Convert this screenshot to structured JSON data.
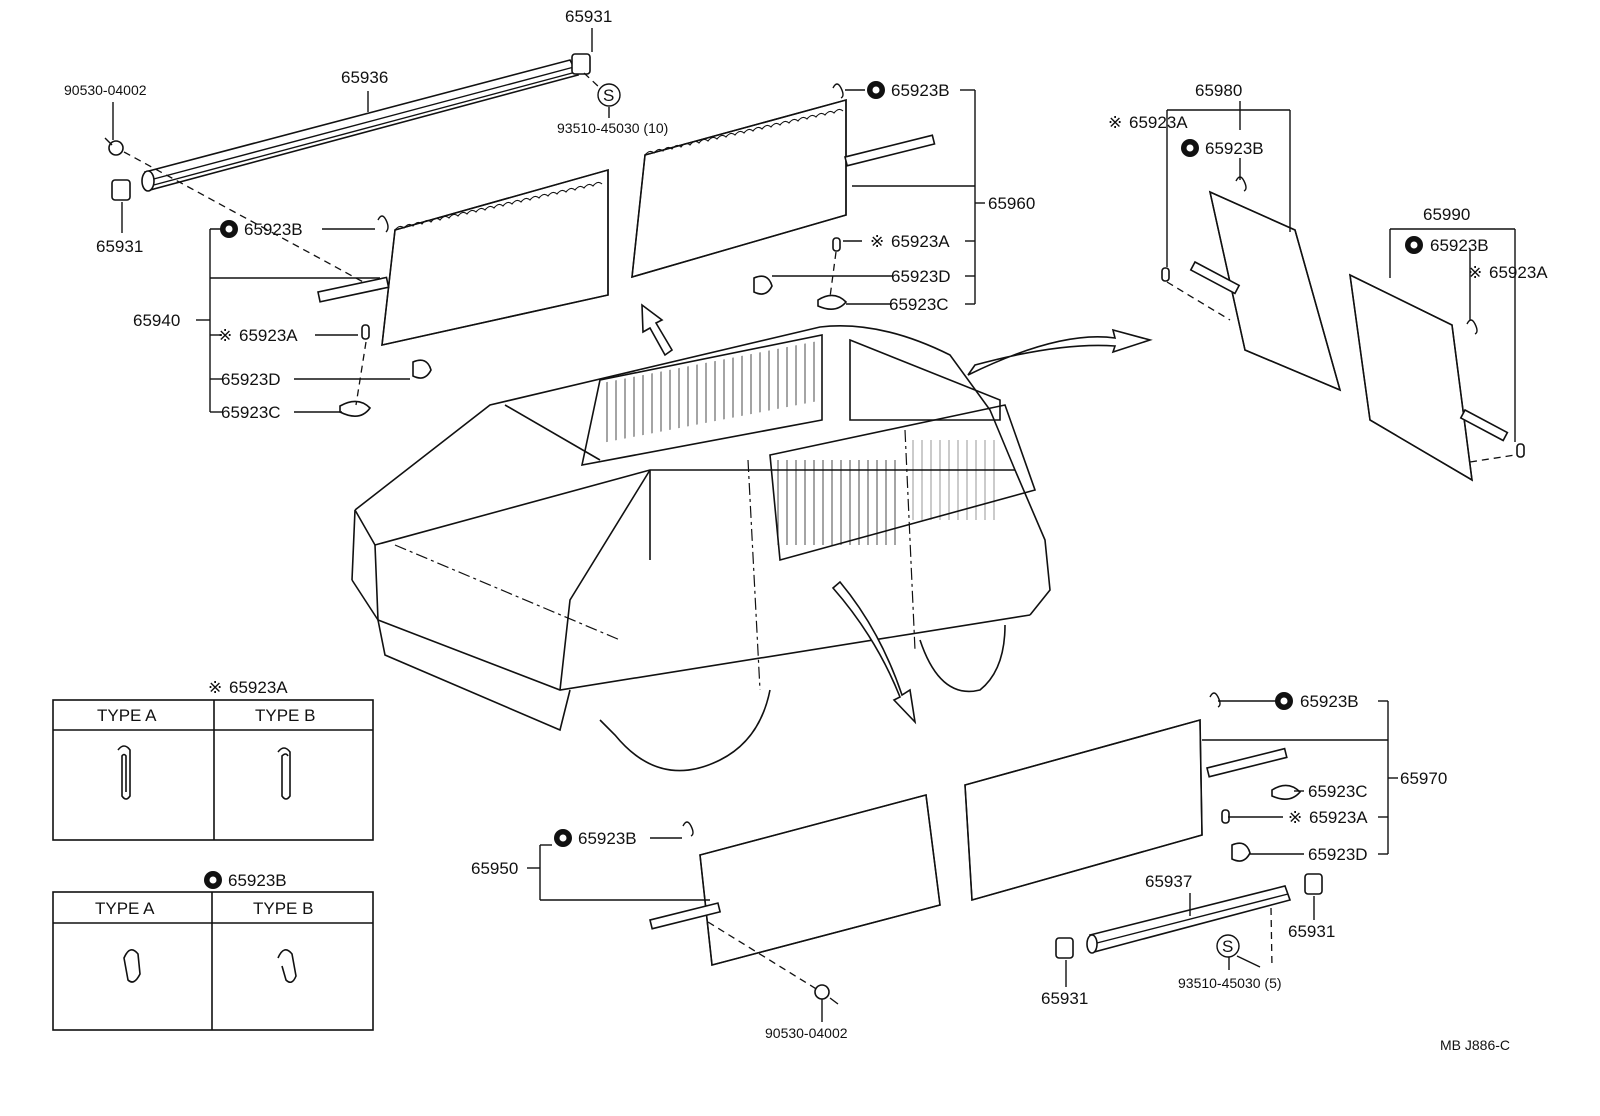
{
  "labels": {
    "p65931_top": "65931",
    "p65936": "65936",
    "p90530_top": "90530-04002",
    "p93510_top": "93510-45030 (10)",
    "p65931_left": "65931",
    "p65940": "65940",
    "g65940_b": "65923B",
    "g65940_a": "65923A",
    "g65940_d": "65923D",
    "g65940_c": "65923C",
    "p65960": "65960",
    "g65960_b": "65923B",
    "g65960_a": "65923A",
    "g65960_d": "65923D",
    "g65960_c": "65923C",
    "p65980": "65980",
    "g65980_a": "65923A",
    "g65980_b": "65923B",
    "p65990": "65990",
    "g65990_b": "65923B",
    "g65990_a": "65923A",
    "p65970": "65970",
    "g65970_b": "65923B",
    "g65970_c": "65923C",
    "g65970_a": "65923A",
    "g65970_d": "65923D",
    "p65950": "65950",
    "g65950_b": "65923B",
    "p90530_bot": "90530-04002",
    "p65937": "65937",
    "p65931_br1": "65931",
    "p65931_br2": "65931",
    "p93510_bot": "93510-45030 (5)",
    "code": "MB  J886-C"
  },
  "markers": {
    "asterisk": "※",
    "s_symbol": "S"
  },
  "legend": [
    {
      "title": "65923A",
      "marker": "※",
      "type_a": "TYPE  A",
      "type_b": "TYPE  B"
    },
    {
      "title": "65923B",
      "marker": "circle",
      "type_a": "TYPE  A",
      "type_b": "TYPE  B"
    }
  ]
}
